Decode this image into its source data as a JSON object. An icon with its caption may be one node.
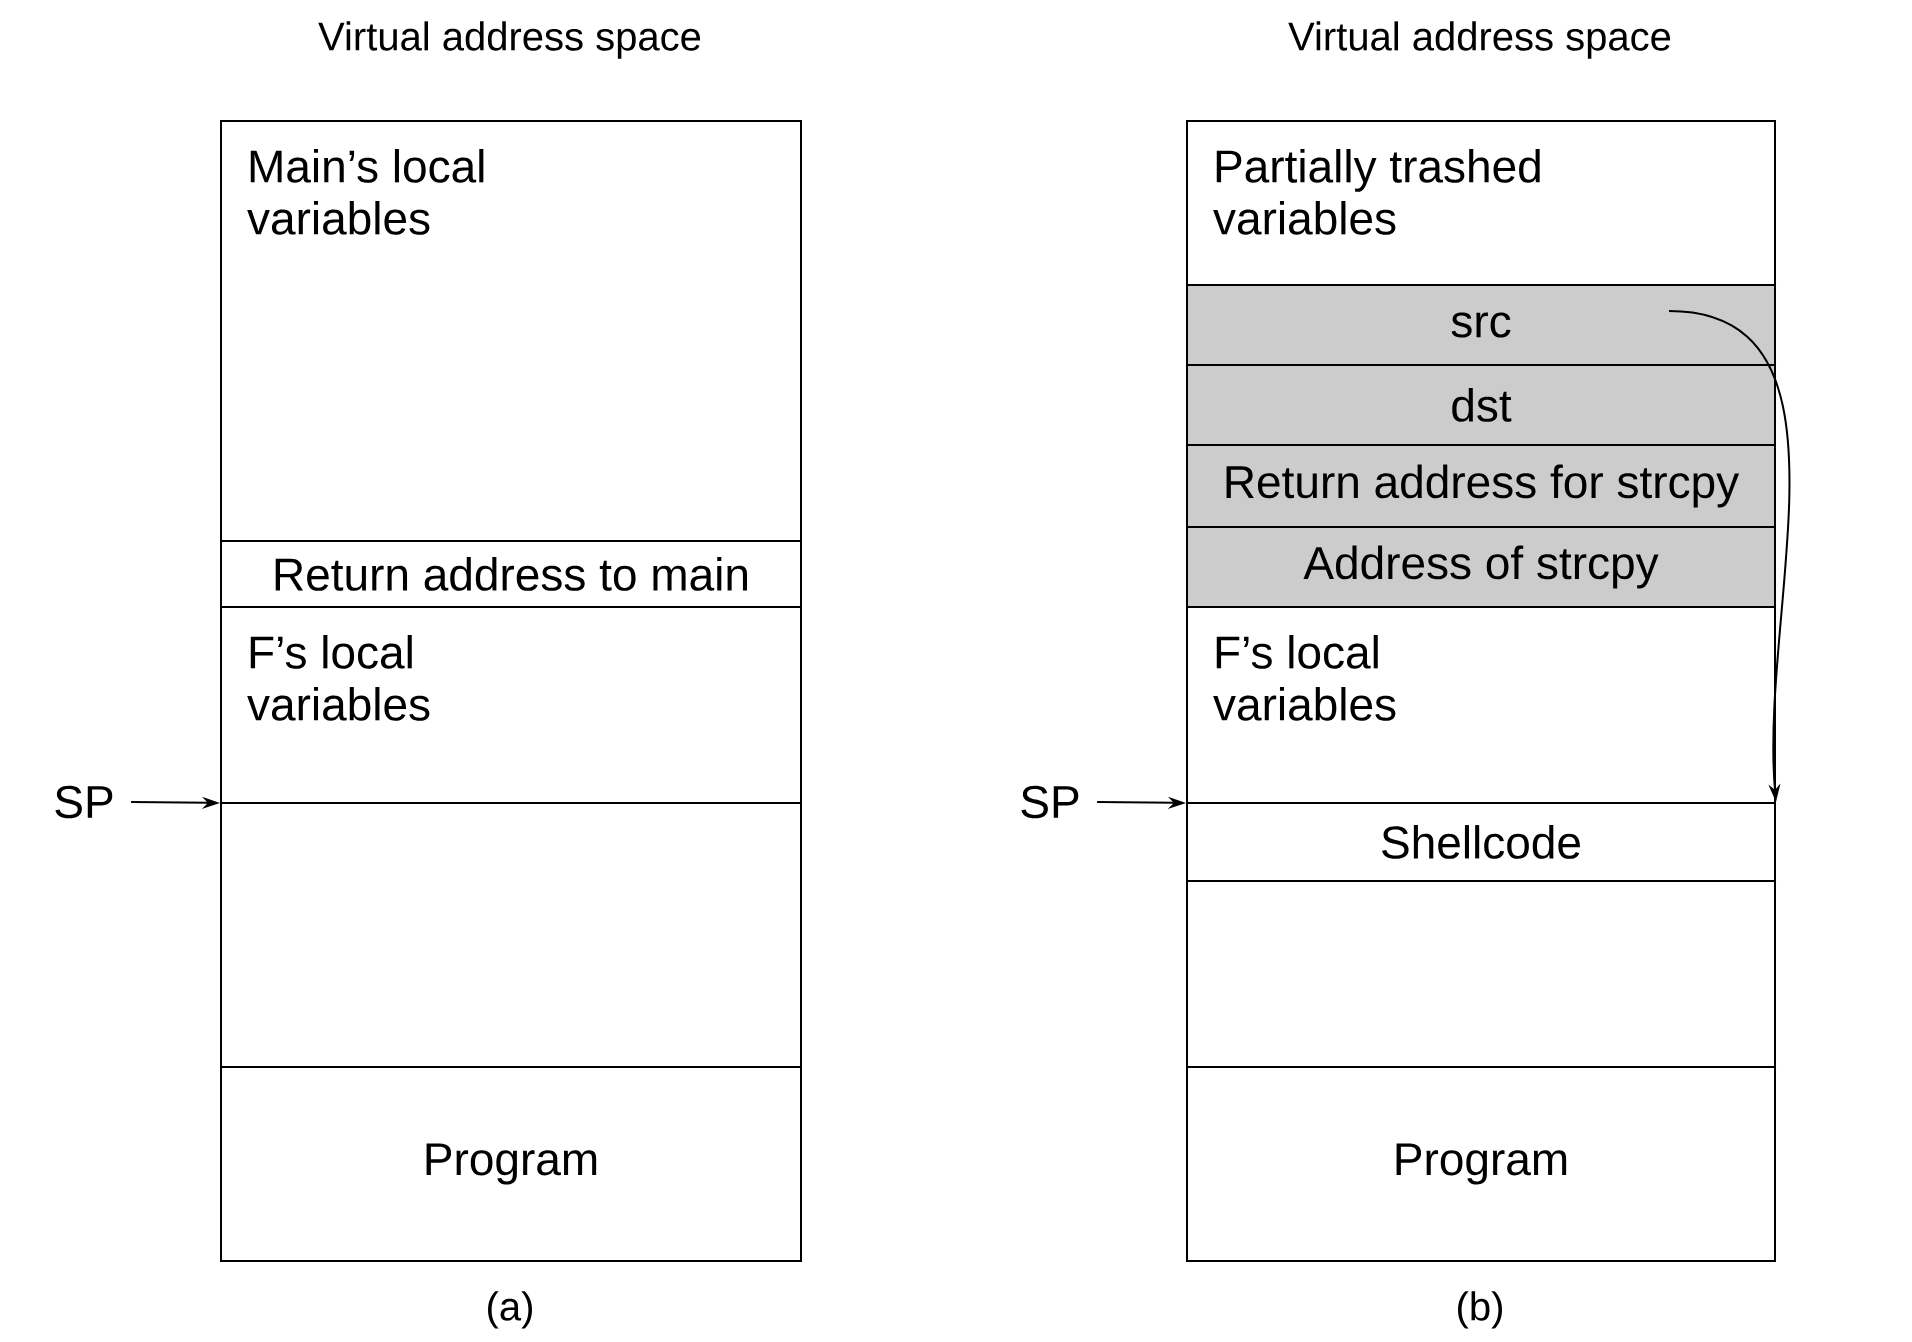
{
  "diagram": {
    "nodes": [
      {
        "text": [
          "Main’s local variables"
        ]
      },
      {
        "text": [
          "Return address to main"
        ]
      },
      {
        "text": [
          "F’s local variables"
        ]
      },
      {
        "text": [
          "SP"
        ]
      },
      {
        "text": [],
        "shape": "box"
      },
      {
        "text": [
          "Program"
        ]
      },
      {
        "text": [
          "Partially trashed variables"
        ]
      },
      {
        "text": [
          "src"
        ]
      },
      {
        "text": [
          "dst"
        ]
      },
      {
        "text": [
          "Return address for strcpy"
        ]
      },
      {
        "text": [
          "Address of strcpy"
        ]
      },
      {
        "text": [
          "F’s local variables"
        ]
      },
      {
        "text": [
          "SP"
        ]
      },
      {
        "text": [
          "Shellcode"
        ]
      },
      {
        "text": [],
        "shape": "box"
      },
      {
        "text": [
          "Program"
        ]
      }
    ],
    "edges": [
      {
        "from": 3,
        "to": 4,
        "arrow": "to"
      },
      {
        "from": 12,
        "to": 13,
        "arrow": "to"
      },
      {
        "from": 7,
        "to": 13,
        "arrow": "to"
      }
    ],
    "labels": [
      "Virtual address space",
      "Virtual address space",
      "(a)",
      "(b)"
    ]
  }
}
